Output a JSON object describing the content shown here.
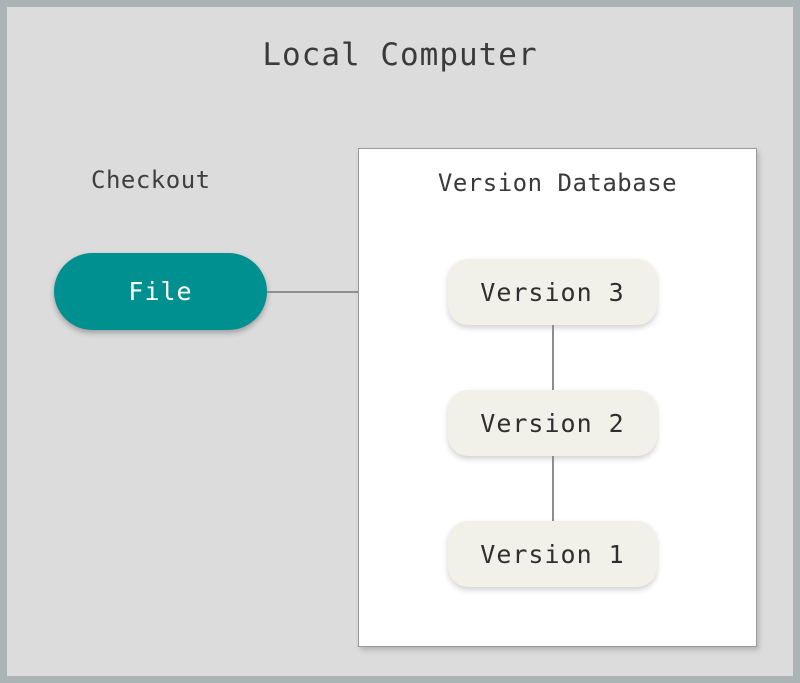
{
  "diagram": {
    "title": "Local Computer",
    "background_color": "#dcdcdc",
    "border_color": "#aab4b4",
    "checkout": {
      "label": "Checkout",
      "node": {
        "label": "File",
        "fill_color": "#00908f",
        "text_color": "#ffffff"
      }
    },
    "version_database": {
      "title": "Version Database",
      "fill_color": "#ffffff",
      "border_color": "#9a9a9a",
      "nodes": [
        {
          "label": "Version 3",
          "fill_color": "#f1f0e9",
          "text_color": "#2f2f2f"
        },
        {
          "label": "Version 2",
          "fill_color": "#f1f0e9",
          "text_color": "#2f2f2f"
        },
        {
          "label": "Version 1",
          "fill_color": "#f1f0e9",
          "text_color": "#2f2f2f"
        }
      ]
    },
    "connectors": [
      {
        "from": "File",
        "to": "Version 3",
        "orientation": "horizontal",
        "color": "#8e8e8e"
      },
      {
        "from": "Version 3",
        "to": "Version 2",
        "orientation": "vertical",
        "color": "#8e8e8e"
      },
      {
        "from": "Version 2",
        "to": "Version 1",
        "orientation": "vertical",
        "color": "#8e8e8e"
      }
    ]
  }
}
